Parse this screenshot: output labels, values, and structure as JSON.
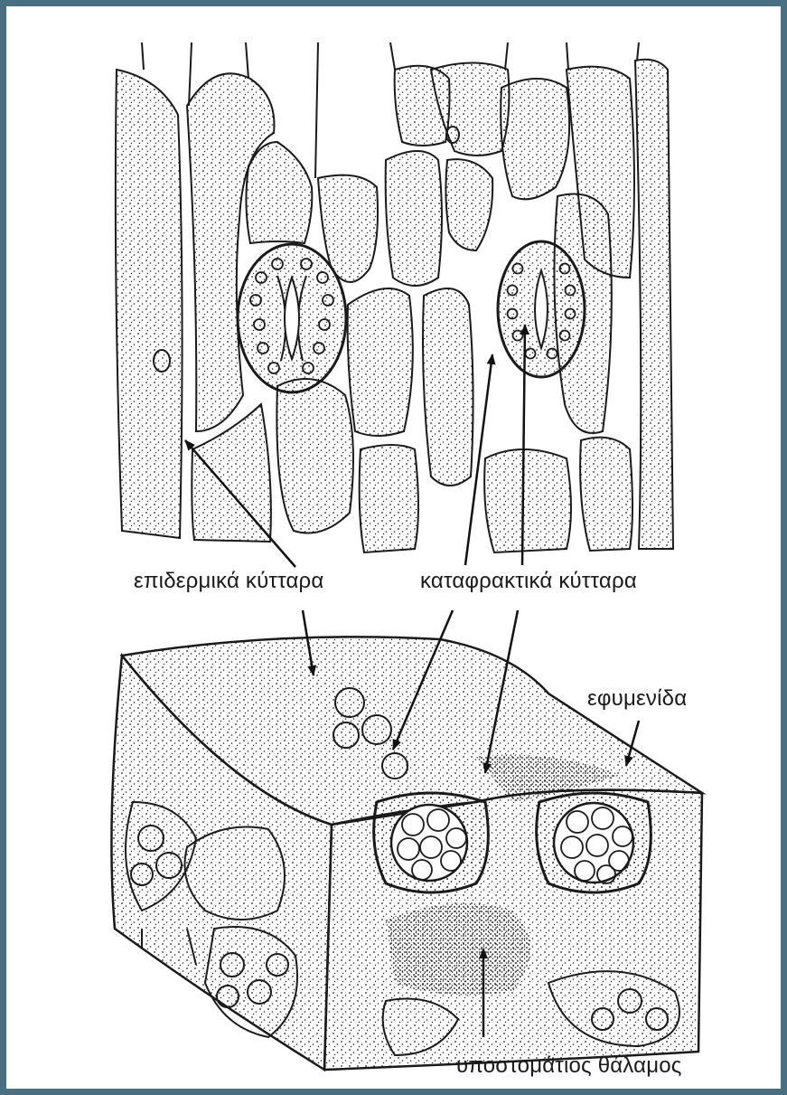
{
  "labels": {
    "epidermal_cells": "επιδερμικά κύτταρα",
    "guard_cells": "καταφρακτικά κύτταρα",
    "cuticle": "εφυμενίδα",
    "substomatal_chamber": "υποστομάτιος θάλαμος"
  },
  "colors": {
    "frame_border": "#4a6f82",
    "ink": "#1a1a1a",
    "background": "#ffffff"
  }
}
